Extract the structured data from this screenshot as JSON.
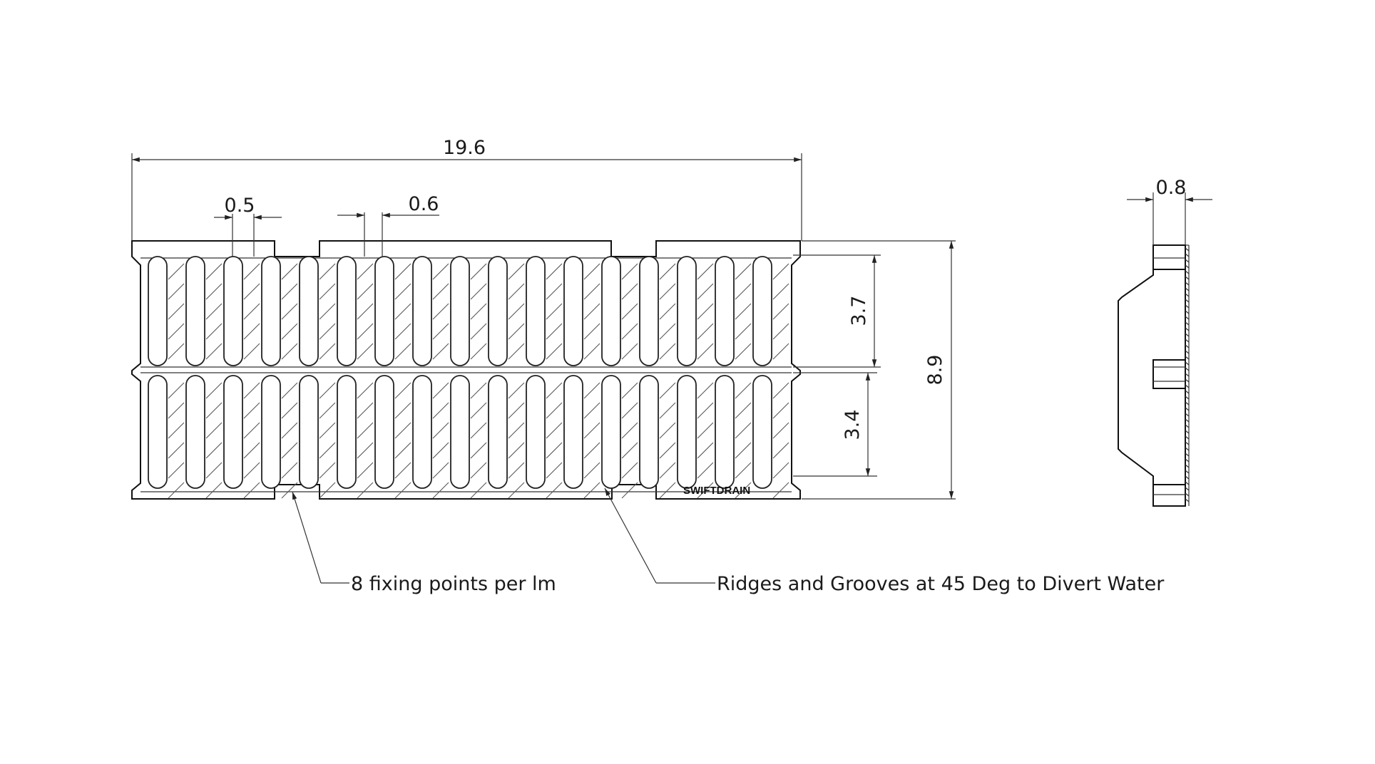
{
  "dimensions": {
    "overall_length": "19.6",
    "slot_width": "0.5",
    "rib_width": "0.6",
    "overall_width": "8.9",
    "upper_row_height": "3.7",
    "lower_row_height": "3.4",
    "side_thickness": "0.8"
  },
  "brand": "SWIFTDRAIN",
  "notes": {
    "fixing_points": "8 fixing points per lm",
    "ridges": "Ridges and Grooves at 45 Deg to Divert Water"
  }
}
